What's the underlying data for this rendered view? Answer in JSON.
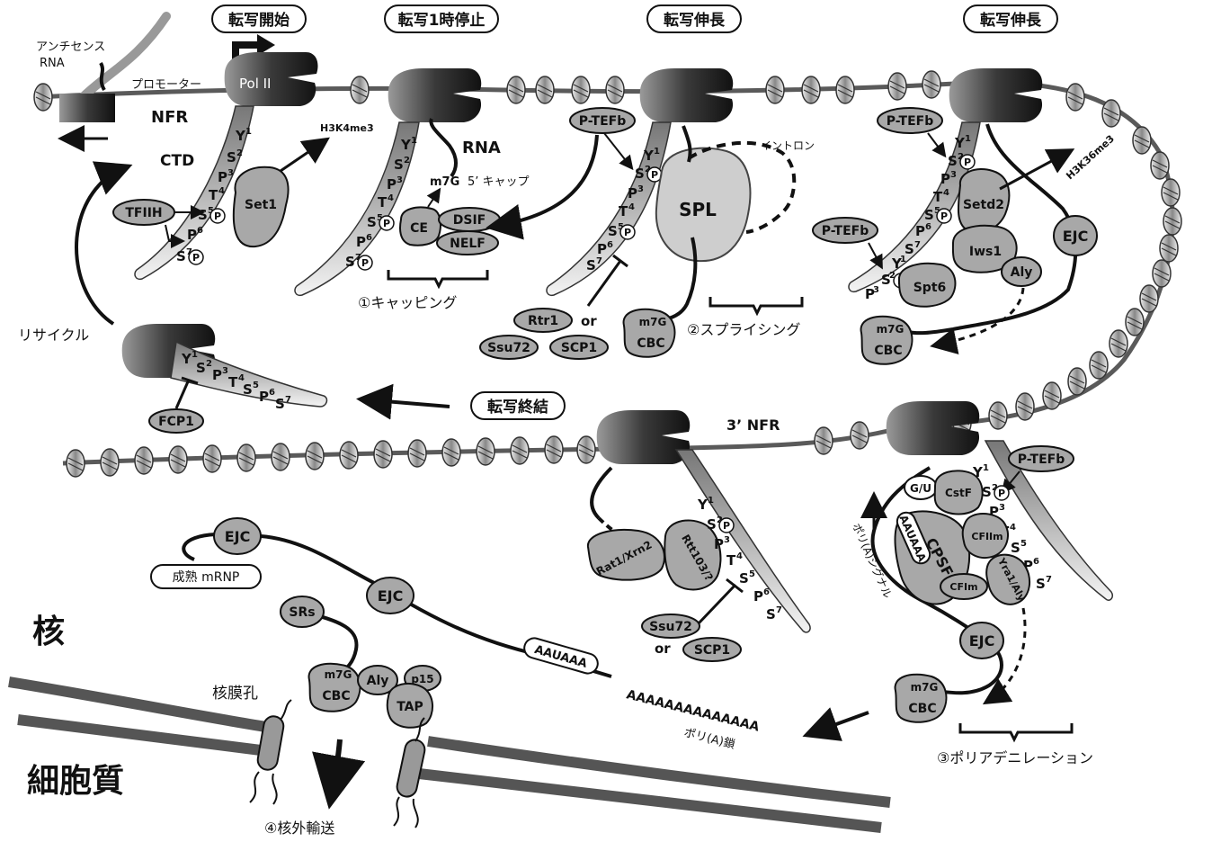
{
  "stages": {
    "initiation": "転写開始",
    "pause": "転写1時停止",
    "elongation1": "転写伸長",
    "elongation2": "転写伸長",
    "termination": "転写終結"
  },
  "labels": {
    "antisense_rna": "アンチセンス",
    "antisense_rna2": "RNA",
    "promoter": "プロモーター",
    "nfr": "NFR",
    "pol2": "Pol II",
    "ctd": "CTD",
    "h3k4me3": "H3K4me3",
    "h3k36me3": "H3K36me3",
    "rna": "RNA",
    "cap": "5’ キャップ",
    "intron": "イントロン",
    "recycle": "リサイクル",
    "nfr3": "3’ NFR",
    "polya_signal": "ポリ(A)シグナル",
    "polya_chain": "ポリ(A)鎖",
    "polya_tail": "AAAAAAAAAAAAAA",
    "nucleus": "核",
    "cytoplasm": "細胞質",
    "nuclear_pore": "核膜孔",
    "mature_mrnp": "成熟 mRNP",
    "or1": "or",
    "or2": "or",
    "aauaaa1": "AAUAAA",
    "aauaaa2": "AAUAAA",
    "m7g": "m7G"
  },
  "processes": {
    "capping": "①キャッピング",
    "splicing": "②スプライシング",
    "polyadenylation": "③ポリアデニレーション",
    "export": "④核外輸送"
  },
  "factors": {
    "tfiih": "TFIIH",
    "set1": "Set1",
    "ce": "CE",
    "dsif": "DSIF",
    "nelf": "NELF",
    "ptefb": "P-TEFb",
    "spl": "SPL",
    "rtr1": "Rtr1",
    "ssu72": "Ssu72",
    "scp1": "SCP1",
    "cbc": "CBC",
    "setd2": "Setd2",
    "iws1": "Iws1",
    "spt6": "Spt6",
    "aly": "Aly",
    "ejc": "EJC",
    "fcp1": "FCP1",
    "rat1": "Rat1/Xrn2",
    "rtt103": "Rtt103/?",
    "gu": "G/U",
    "cstf": "CstF",
    "cpsf": "CPSF",
    "cfiim": "CFIIm",
    "cfim": "CFIm",
    "yra1": "Yra1/Aly",
    "srs": "SRs",
    "p15": "p15",
    "tap": "TAP"
  },
  "ctd_residues": [
    "Y",
    "S",
    "P",
    "T",
    "S",
    "P",
    "S"
  ],
  "ctd_indices": [
    "1",
    "2",
    "3",
    "4",
    "5",
    "6",
    "7"
  ],
  "phospho": "P",
  "colors": {
    "dna": "#5a5a5a",
    "pol_dark": "#2a2a2a",
    "factor_fill": "#a8a8a8",
    "membrane": "#555555"
  }
}
